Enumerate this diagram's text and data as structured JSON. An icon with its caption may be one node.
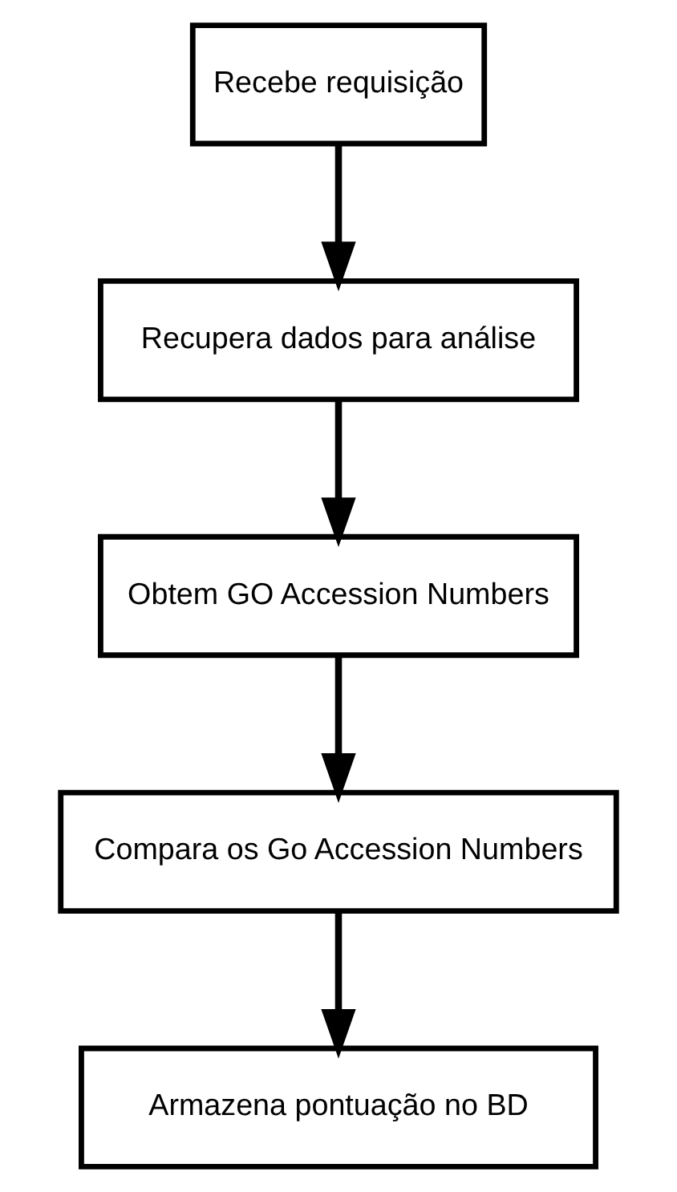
{
  "diagram": {
    "nodes": [
      {
        "text": [
          "Recebe requisição"
        ]
      },
      {
        "text": [
          "Recupera dados para análise"
        ]
      },
      {
        "text": [
          "Obtem GO Accession Numbers"
        ]
      },
      {
        "text": [
          "Compara os Go Accession Numbers"
        ]
      },
      {
        "text": [
          "Armazena pontuação no BD"
        ]
      }
    ],
    "edges": [
      {
        "from": 0,
        "to": 1,
        "arrow": "to"
      },
      {
        "from": 1,
        "to": 2,
        "arrow": "to"
      },
      {
        "from": 2,
        "to": 3,
        "arrow": "to"
      },
      {
        "from": 3,
        "to": 4,
        "arrow": "to"
      }
    ]
  }
}
